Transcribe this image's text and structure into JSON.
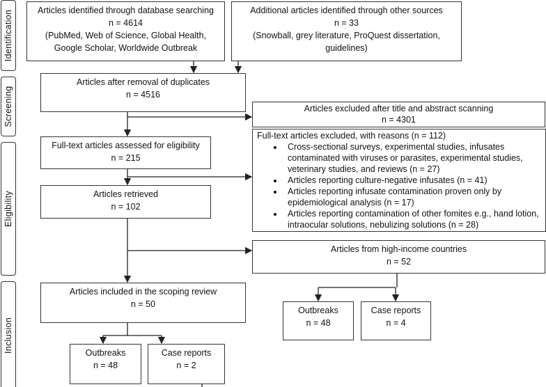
{
  "phases": [
    "Identification",
    "Screening",
    "Eligibility",
    "Inclusion"
  ],
  "boxes": {
    "database": {
      "title": "Articles identified through database searching",
      "n": "n = 4614",
      "note": "(PubMed, Web of Science, Global Health, Google Scholar, Worldwide Outbreak"
    },
    "other": {
      "title": "Additional articles identified through other sources",
      "n": "n = 33",
      "note": "(Snowball, grey literature, ProQuest dissertation, guidelines)"
    },
    "duplicates": {
      "title": "Articles after removal of duplicates",
      "n": "n = 4516"
    },
    "excluded_title": {
      "title": "Articles excluded after title and abstract scanning",
      "n": "n = 4301"
    },
    "fulltext": {
      "title": "Full-text articles assessed for eligibility",
      "n": "n = 215"
    },
    "excluded_fulltext": {
      "title": "Full-text articles excluded, with reasons (n = 112)",
      "reasons": [
        "Cross-sectional surveys, experimental studies, infusates contaminated with viruses or parasites, experimental studies, veterinary studies, and reviews (n = 27)",
        "Articles reporting culture-negative infusates (n = 41)",
        "Articles reporting infusate contamination proven only by epidemiological analysis (n = 17)",
        "Articles reporting contamination of other fomites e.g., hand lotion, intraocular solutions, nebulizing solutions (n = 28)"
      ]
    },
    "retrieved": {
      "title": "Articles retrieved",
      "n": "n = 102"
    },
    "high_income": {
      "title": "Articles from high-income countries",
      "n": "n = 52"
    },
    "included": {
      "title": "Articles included in the scoping review",
      "n": "n = 50"
    },
    "outbreaks_left": {
      "title": "Outbreaks",
      "n": "n = 48"
    },
    "case_left": {
      "title": "Case reports",
      "n": "n = 2"
    },
    "outbreaks_right": {
      "title": "Outbreaks",
      "n": "n = 48"
    },
    "case_right": {
      "title": "Case reports",
      "n": "n = 4"
    }
  }
}
